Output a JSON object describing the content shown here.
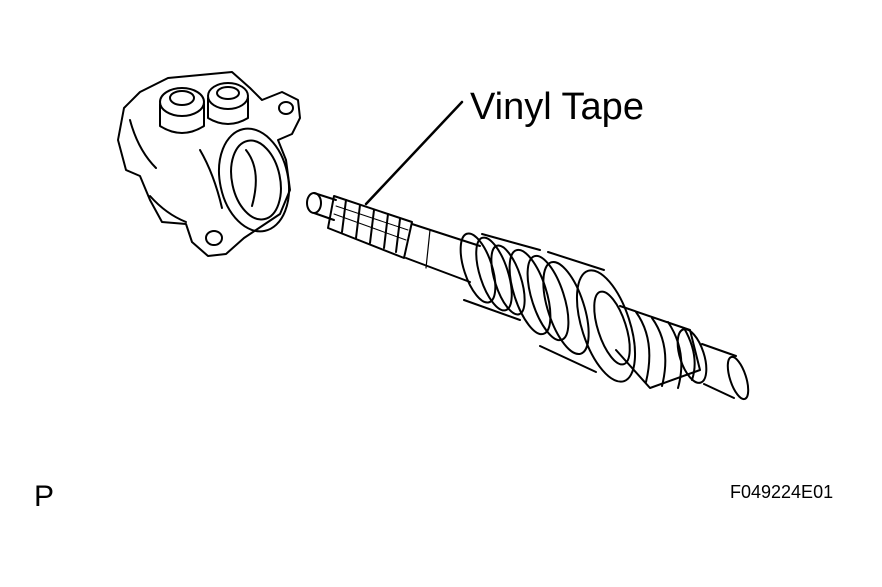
{
  "diagram": {
    "callout": "Vinyl Tape",
    "corner_letter": "P",
    "figure_code": "F049224E01"
  }
}
